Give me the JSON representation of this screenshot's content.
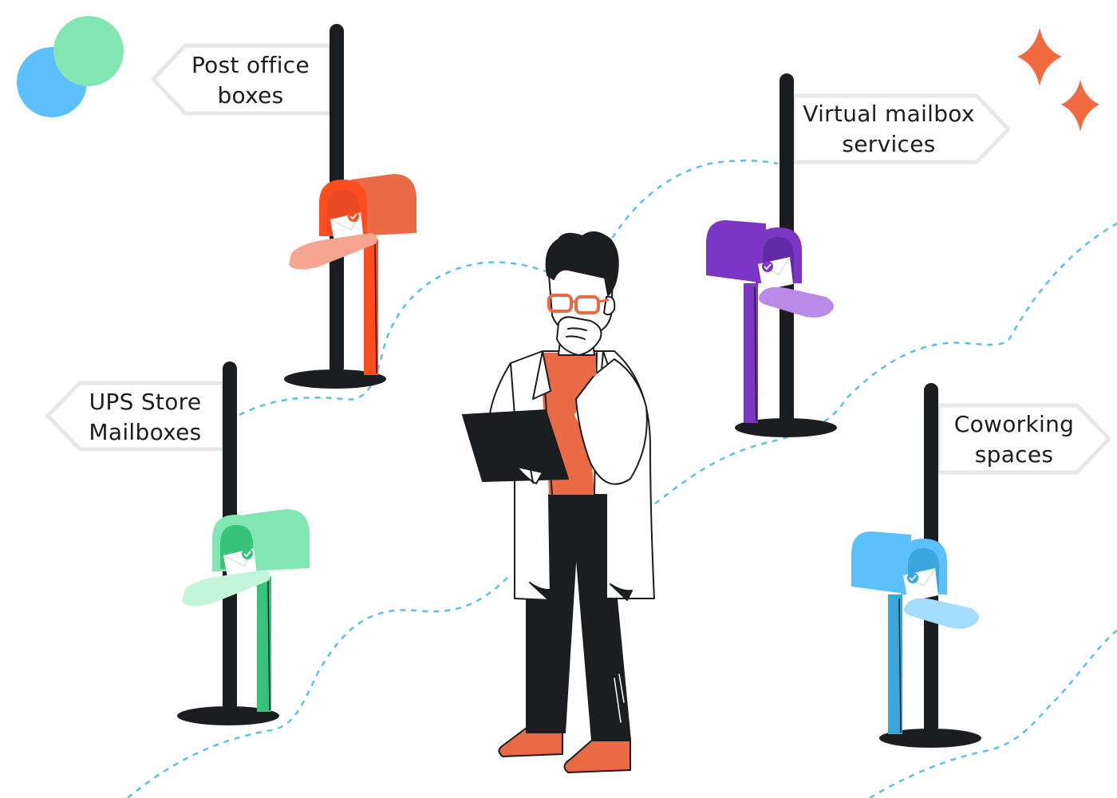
{
  "signs": [
    {
      "id": "post-office",
      "lines": [
        "Post office",
        "boxes"
      ]
    },
    {
      "id": "ups-store",
      "lines": [
        "UPS Store",
        "Mailboxes"
      ]
    },
    {
      "id": "virtual-mailbox",
      "lines": [
        "Virtual mailbox",
        "services"
      ]
    },
    {
      "id": "coworking",
      "lines": [
        "Coworking",
        "spaces"
      ]
    }
  ],
  "colors": {
    "ink": "#1c1d21",
    "orange": "#ea6a45",
    "orange_dark": "#ff4d1f",
    "orange_flap": "#f5a58f",
    "green": "#82e6b2",
    "green_dark": "#37c47a",
    "green_flap": "#c3f5d9",
    "purple": "#7b36c6",
    "purple_dark": "#612aa8",
    "purple_flap": "#b98ae8",
    "blue": "#5bc0fb",
    "blue_dark": "#3aa7dc",
    "blue_flap": "#a3dcfd",
    "sparkle": "#f06a3f",
    "dash": "#5bc0e8",
    "sign_border": "#e6e7ea"
  },
  "icons": [
    "sparkle-icon",
    "circles-logo-icon",
    "envelope-check-icon"
  ]
}
